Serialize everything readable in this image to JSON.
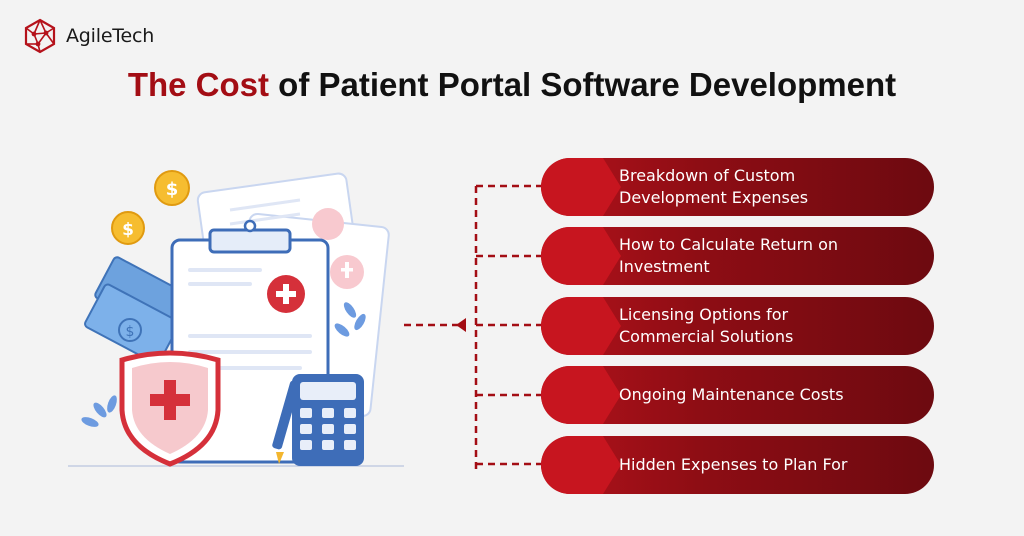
{
  "brand": {
    "name": "AgileTech",
    "accent_color": "#a30d14"
  },
  "title": {
    "accent": "The Cost",
    "rest": " of Patient Portal Software Development"
  },
  "items": [
    {
      "line1": "Breakdown of Custom",
      "line2": "Development Expenses"
    },
    {
      "line1": "How to Calculate Return on",
      "line2": "Investment"
    },
    {
      "line1": "Licensing Options for",
      "line2": "Commercial Solutions"
    },
    {
      "line1": "Ongoing Maintenance Costs",
      "line2": ""
    },
    {
      "line1": "Hidden Expenses to Plan For",
      "line2": ""
    }
  ],
  "illustration": {
    "icons": [
      "dollar-coin-icon",
      "banknotes-icon",
      "clipboard-icon",
      "medical-cross-icon",
      "shield-icon",
      "calculator-icon",
      "pen-icon",
      "leaf-icon"
    ]
  }
}
